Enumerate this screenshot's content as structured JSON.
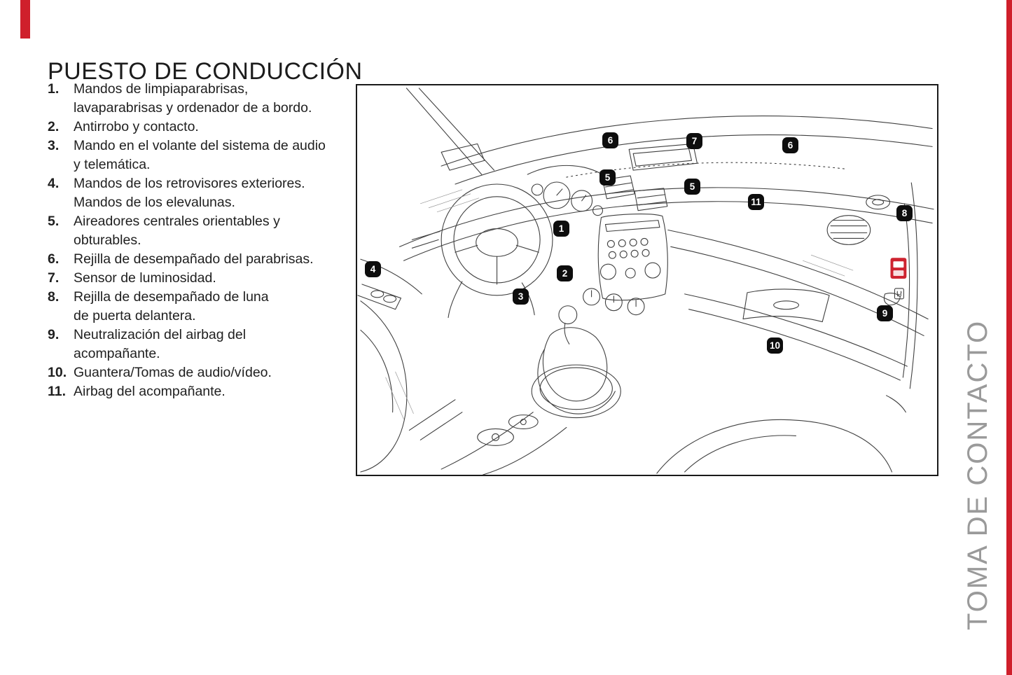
{
  "page": {
    "title": "PUESTO DE CONDUCCIÓN",
    "side_label": "TOMA DE CONTACTO",
    "accent_color": "#cf1f2b"
  },
  "list": {
    "items": [
      {
        "num": "1.",
        "text": "Mandos de limpiaparabrisas,\nlavaparabrisas y ordenador de a bordo."
      },
      {
        "num": "2.",
        "text": "Antirrobo y contacto."
      },
      {
        "num": "3.",
        "text": "Mando en el volante del sistema de audio\ny telemática."
      },
      {
        "num": "4.",
        "text": "Mandos de los retrovisores exteriores.\nMandos de los elevalunas."
      },
      {
        "num": "5.",
        "text": "Aireadores centrales orientables y\nobturables."
      },
      {
        "num": "6.",
        "text": "Rejilla de desempañado del parabrisas."
      },
      {
        "num": "7.",
        "text": "Sensor de luminosidad."
      },
      {
        "num": "8.",
        "text": "Rejilla de desempañado de luna\nde puerta delantera."
      },
      {
        "num": "9.",
        "text": "Neutralización del airbag del\nacompañante."
      },
      {
        "num": "10.",
        "text": "Guantera/Tomas de audio/vídeo."
      },
      {
        "num": "11.",
        "text": "Airbag del acompañante."
      }
    ]
  },
  "diagram": {
    "badges": [
      {
        "label": "6"
      },
      {
        "label": "7"
      },
      {
        "label": "6"
      },
      {
        "label": "5"
      },
      {
        "label": "5"
      },
      {
        "label": "11"
      },
      {
        "label": "8"
      },
      {
        "label": "1"
      },
      {
        "label": "4"
      },
      {
        "label": "2"
      },
      {
        "label": "3"
      },
      {
        "label": "9"
      },
      {
        "label": "10"
      }
    ],
    "switch_color": "#ce2330"
  }
}
